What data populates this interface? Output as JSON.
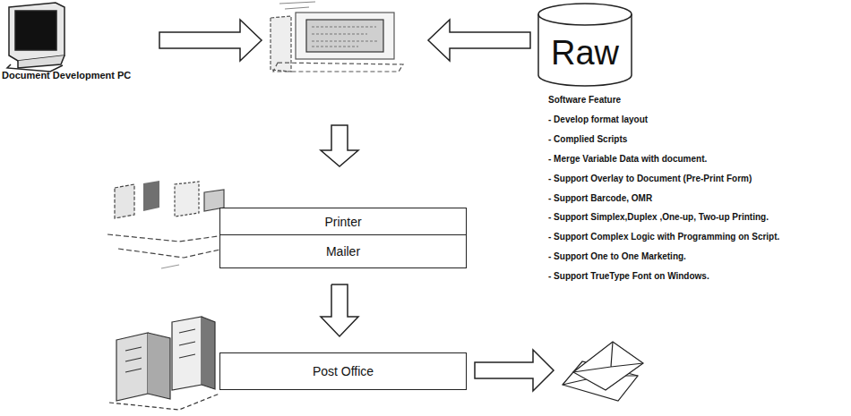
{
  "diagram": {
    "nodes": [
      {
        "text": [
          "Raw"
        ]
      },
      {
        "text": [
          "Printer"
        ]
      },
      {
        "text": [
          "Mailer"
        ]
      },
      {
        "text": [
          "Post Office"
        ]
      }
    ],
    "edges": [
      {
        "from": 2,
        "to": 3,
        "arrow": "to"
      }
    ],
    "labels": [
      "Document Development PC",
      "Software Feature",
      "- Develop format layout",
      "- Complied Scripts",
      "- Merge Variable Data  with document.",
      "- Support Overlay to Document (Pre-Print Form)",
      "- Support Barcode, OMR",
      "- Support Simplex,Duplex ,One-up, Two-up Printing.",
      "- Support Complex Logic with Programming on Script.",
      "- Support One to One Marketing.",
      "- Support TrueType Font on Windows."
    ]
  }
}
